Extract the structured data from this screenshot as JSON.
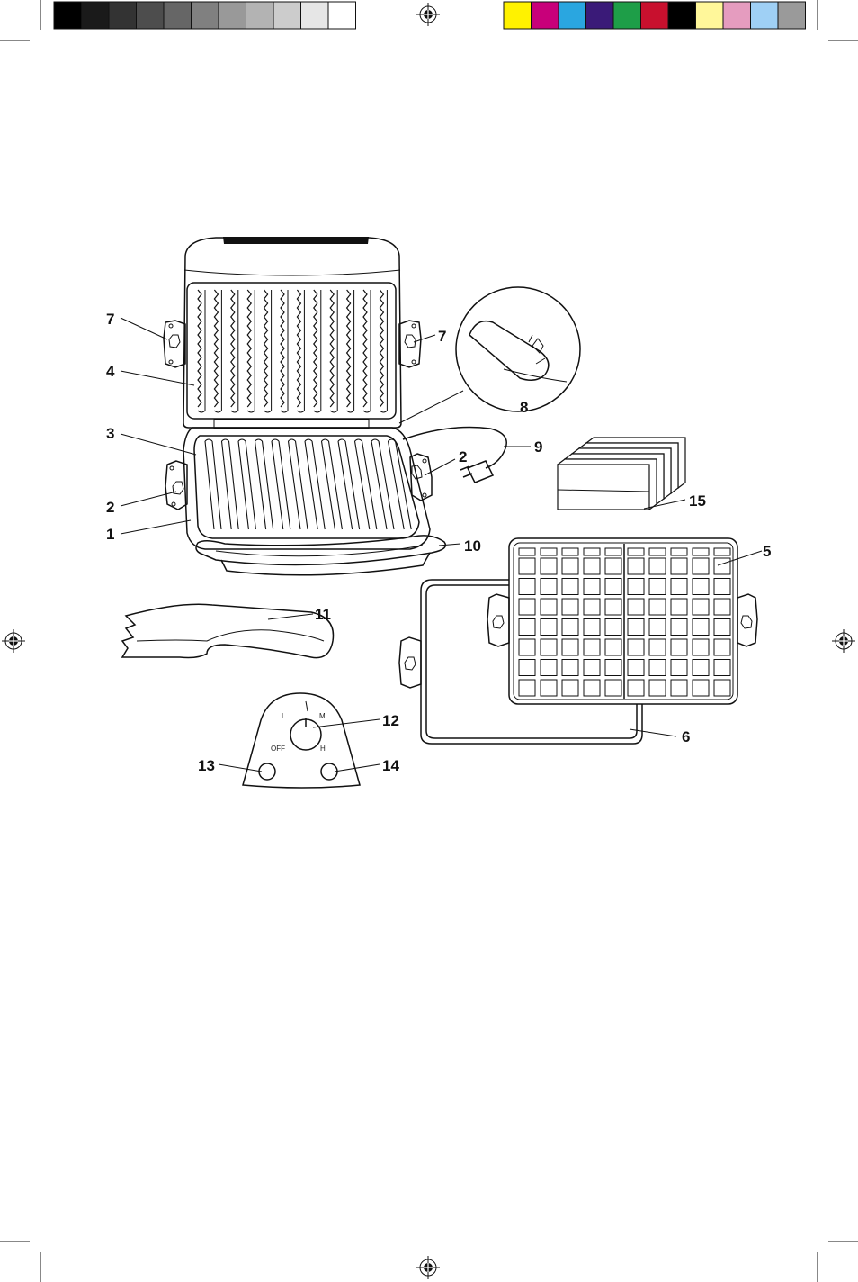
{
  "color_bar": {
    "grayscale": [
      "#000000",
      "#1a1a1a",
      "#333333",
      "#4d4d4d",
      "#666666",
      "#808080",
      "#999999",
      "#b3b3b3",
      "#cccccc",
      "#e6e6e6",
      "#ffffff"
    ],
    "process": [
      "#fff200",
      "#c8007a",
      "#2aa6e0",
      "#3a1a78",
      "#1e9e48",
      "#c8102e",
      "#000000",
      "#fff79a",
      "#e59cbf",
      "#9fd0f5",
      "#9a9a9a"
    ]
  },
  "callouts": {
    "c1": "1",
    "c2a": "2",
    "c2b": "2",
    "c3": "3",
    "c4": "4",
    "c5": "5",
    "c6": "6",
    "c7a": "7",
    "c7b": "7",
    "c8": "8",
    "c9": "9",
    "c10": "10",
    "c11": "11",
    "c12": "12",
    "c13": "13",
    "c14": "14",
    "c15": "15"
  },
  "control_panel": {
    "dial_low": "L",
    "dial_med": "M",
    "dial_off": "OFF",
    "dial_high": "H"
  }
}
